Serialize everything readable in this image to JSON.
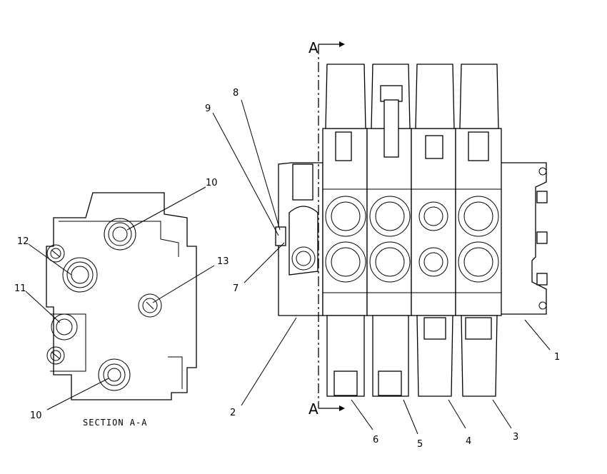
{
  "section": {
    "marker": "A",
    "caption": "SECTION A-A"
  },
  "callouts": [
    {
      "id": "c1",
      "text": "1"
    },
    {
      "id": "c2",
      "text": "2"
    },
    {
      "id": "c3",
      "text": "3"
    },
    {
      "id": "c4",
      "text": "4"
    },
    {
      "id": "c5",
      "text": "5"
    },
    {
      "id": "c6",
      "text": "6"
    },
    {
      "id": "c7",
      "text": "7"
    },
    {
      "id": "c8",
      "text": "8"
    },
    {
      "id": "c9",
      "text": "9"
    },
    {
      "id": "c10a",
      "text": "10"
    },
    {
      "id": "c10b",
      "text": "10"
    },
    {
      "id": "c11",
      "text": "11"
    },
    {
      "id": "c12",
      "text": "12"
    },
    {
      "id": "c13",
      "text": "13"
    }
  ]
}
